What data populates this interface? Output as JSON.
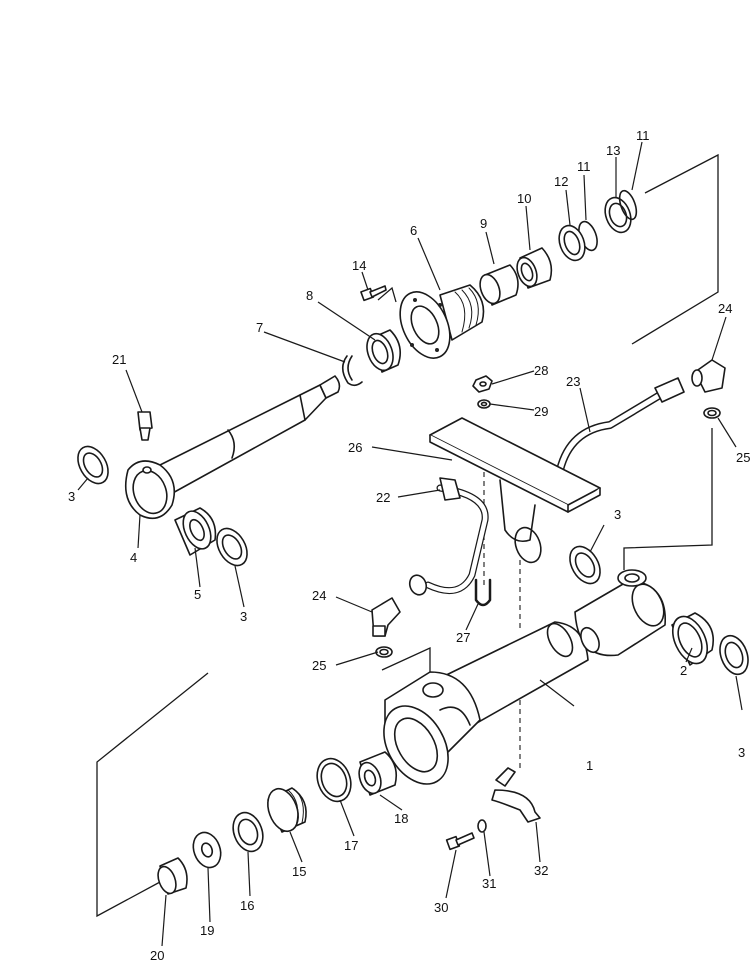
{
  "callouts": [
    {
      "id": "c1",
      "label": "1"
    },
    {
      "id": "c2",
      "label": "2"
    },
    {
      "id": "c3a",
      "label": "3"
    },
    {
      "id": "c3b",
      "label": "3"
    },
    {
      "id": "c3c",
      "label": "3"
    },
    {
      "id": "c3d",
      "label": "3"
    },
    {
      "id": "c4",
      "label": "4"
    },
    {
      "id": "c5",
      "label": "5"
    },
    {
      "id": "c6",
      "label": "6"
    },
    {
      "id": "c7",
      "label": "7"
    },
    {
      "id": "c8",
      "label": "8"
    },
    {
      "id": "c9",
      "label": "9"
    },
    {
      "id": "c10",
      "label": "10"
    },
    {
      "id": "c11a",
      "label": "11"
    },
    {
      "id": "c11b",
      "label": "11"
    },
    {
      "id": "c12",
      "label": "12"
    },
    {
      "id": "c13",
      "label": "13"
    },
    {
      "id": "c14",
      "label": "14"
    },
    {
      "id": "c15",
      "label": "15"
    },
    {
      "id": "c16",
      "label": "16"
    },
    {
      "id": "c17",
      "label": "17"
    },
    {
      "id": "c18",
      "label": "18"
    },
    {
      "id": "c19",
      "label": "19"
    },
    {
      "id": "c20",
      "label": "20"
    },
    {
      "id": "c21",
      "label": "21"
    },
    {
      "id": "c22",
      "label": "22"
    },
    {
      "id": "c23",
      "label": "23"
    },
    {
      "id": "c24a",
      "label": "24"
    },
    {
      "id": "c24b",
      "label": "24"
    },
    {
      "id": "c25a",
      "label": "25"
    },
    {
      "id": "c25b",
      "label": "25"
    },
    {
      "id": "c26",
      "label": "26"
    },
    {
      "id": "c27",
      "label": "27"
    },
    {
      "id": "c28",
      "label": "28"
    },
    {
      "id": "c29",
      "label": "29"
    },
    {
      "id": "c30",
      "label": "30"
    },
    {
      "id": "c31",
      "label": "31"
    },
    {
      "id": "c32",
      "label": "32"
    }
  ]
}
